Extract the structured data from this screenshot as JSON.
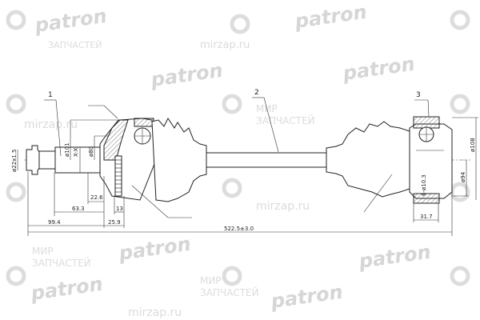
{
  "callouts": [
    "1",
    "2",
    "3"
  ],
  "dimensions": {
    "thread": "ø22x1.5",
    "d101": "ø101",
    "xx": "X-X",
    "d80": "ø80",
    "d22_6": "22.6",
    "d63_3": "63.3",
    "d99_4": "99.4",
    "d25_9": "25.9",
    "d13": "13",
    "overall": "522.5±3.0",
    "d108": "ø108",
    "d94": "ø94",
    "holes": "6-ø10.3",
    "d31_7": "31.7"
  },
  "watermarks": {
    "brand": "patron",
    "shop_ru": "МИР",
    "shop_ru2": "ЗАПЧАСТЕЙ",
    "site": "mirzap.ru"
  }
}
